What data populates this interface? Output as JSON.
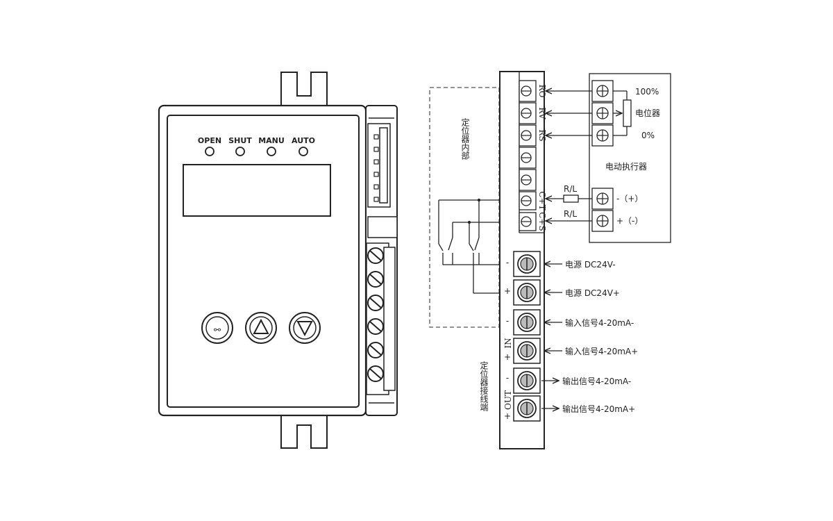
{
  "device": {
    "indicators": [
      "OPEN",
      "SHUT",
      "MANU",
      "AUTO"
    ],
    "buttons": [
      {
        "name": "mode-button",
        "glyph": "⚯"
      },
      {
        "name": "up-button",
        "glyph": "△"
      },
      {
        "name": "down-button",
        "glyph": "▽"
      }
    ]
  },
  "wiring": {
    "internal_label": "定位器内部",
    "terminal_block_label": "定位器接线端",
    "actuator": {
      "title": "电动执行器",
      "pot_high": "100%",
      "pot_label": "电位器",
      "pot_low": "0%",
      "limit_neg": "-（+）",
      "limit_pos": "+（-）"
    },
    "resistor_label": "R/L",
    "pot_terminal_codes": [
      "RO",
      "RV",
      "RS"
    ],
    "limit_terminal_codes": [
      "C+T",
      "C+S"
    ],
    "group_in": "IN",
    "group_out": "OUT",
    "sign_minus": "-",
    "sign_plus": "+",
    "power_signals": [
      "电源 DC24V-",
      "电源 DC24V+"
    ],
    "io_signals": [
      "输入信号4-20mA-",
      "输入信号4-20mA+",
      "输出信号4-20mA-",
      "输出信号4-20mA+"
    ]
  }
}
